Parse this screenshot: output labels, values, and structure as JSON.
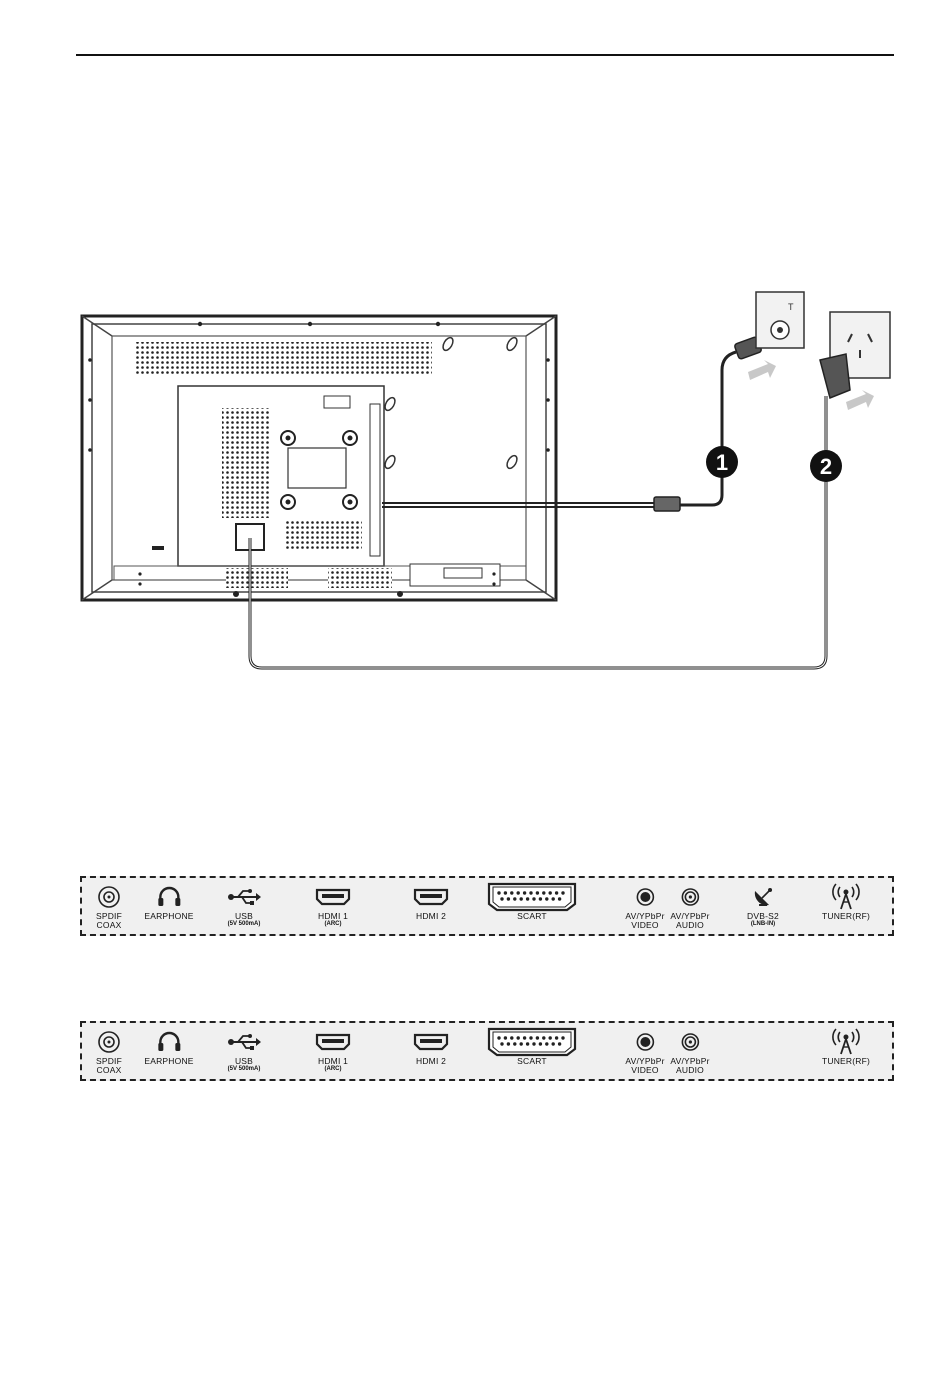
{
  "panel_1": {
    "ports": [
      {
        "key": "spdif",
        "icon": "coax-jack-icon",
        "lines": [
          "SPDIF",
          "COAX"
        ],
        "sub": ""
      },
      {
        "key": "earphone",
        "icon": "headphone-icon",
        "lines": [
          "EARPHONE"
        ],
        "sub": ""
      },
      {
        "key": "usb",
        "icon": "usb-icon",
        "lines": [
          "USB"
        ],
        "sub": "(5V 500mA)"
      },
      {
        "key": "hdmi1",
        "icon": "hdmi-icon",
        "lines": [
          "HDMI 1"
        ],
        "sub": "(ARC)"
      },
      {
        "key": "hdmi2",
        "icon": "hdmi-icon",
        "lines": [
          "HDMI 2"
        ],
        "sub": ""
      },
      {
        "key": "scart",
        "icon": "scart-icon",
        "lines": [
          "SCART"
        ],
        "sub": ""
      },
      {
        "key": "av_video",
        "icon": "rca-jack-icon",
        "lines": [
          "AV/YPbPr",
          "VIDEO"
        ],
        "sub": ""
      },
      {
        "key": "av_audio",
        "icon": "rca-ring-icon",
        "lines": [
          "AV/YPbPr",
          "AUDIO"
        ],
        "sub": ""
      },
      {
        "key": "dvbs2",
        "icon": "satellite-dish-icon",
        "lines": [
          "DVB-S2"
        ],
        "sub": "(LNB-IN)"
      },
      {
        "key": "tuner",
        "icon": "antenna-icon",
        "lines": [
          "TUNER(RF)"
        ],
        "sub": ""
      }
    ]
  },
  "panel_2": {
    "ports": [
      {
        "key": "spdif",
        "icon": "coax-jack-icon",
        "lines": [
          "SPDIF",
          "COAX"
        ],
        "sub": ""
      },
      {
        "key": "earphone",
        "icon": "headphone-icon",
        "lines": [
          "EARPHONE"
        ],
        "sub": ""
      },
      {
        "key": "usb",
        "icon": "usb-icon",
        "lines": [
          "USB"
        ],
        "sub": "(5V 500mA)"
      },
      {
        "key": "hdmi1",
        "icon": "hdmi-icon",
        "lines": [
          "HDMI 1"
        ],
        "sub": "(ARC)"
      },
      {
        "key": "hdmi2",
        "icon": "hdmi-icon",
        "lines": [
          "HDMI 2"
        ],
        "sub": ""
      },
      {
        "key": "scart",
        "icon": "scart-icon",
        "lines": [
          "SCART"
        ],
        "sub": ""
      },
      {
        "key": "av_video",
        "icon": "rca-jack-icon",
        "lines": [
          "AV/YPbPr",
          "VIDEO"
        ],
        "sub": ""
      },
      {
        "key": "av_audio",
        "icon": "rca-ring-icon",
        "lines": [
          "AV/YPbPr",
          "AUDIO"
        ],
        "sub": ""
      },
      {
        "key": "tuner",
        "icon": "antenna-icon",
        "lines": [
          "TUNER(RF)"
        ],
        "sub": ""
      }
    ]
  },
  "callouts": {
    "one": "1",
    "two": "2"
  }
}
